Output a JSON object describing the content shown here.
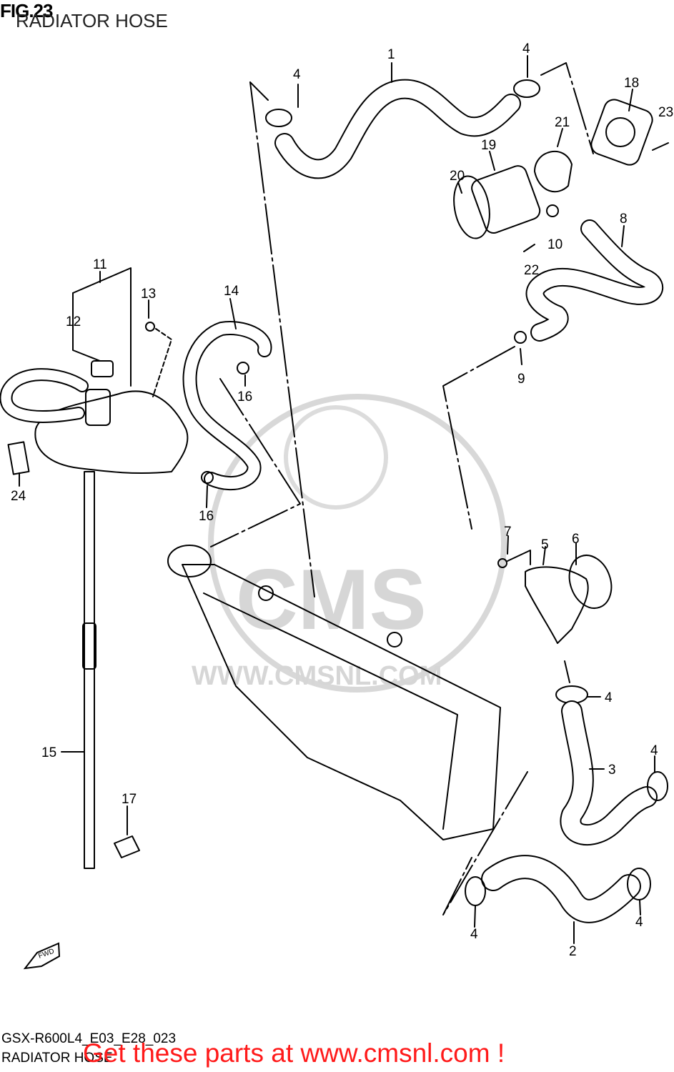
{
  "header": {
    "figure_number": "FIG.23",
    "title": "RADIATOR HOSE"
  },
  "footer": {
    "model_code": "GSX-R600L4_E03_E28_023",
    "caption": "RADIATOR HOSE",
    "call_to_action": "Get these parts at www.cmsnl.com !"
  },
  "watermark": {
    "brand": "CMS",
    "url": "WWW.CMSNL.COM"
  },
  "direction_marker": "FWD",
  "callouts": [
    "1",
    "2",
    "3",
    "4",
    "4",
    "4",
    "4",
    "4",
    "4",
    "5",
    "6",
    "7",
    "8",
    "9",
    "10",
    "11",
    "12",
    "13",
    "14",
    "15",
    "16",
    "16",
    "17",
    "18",
    "19",
    "20",
    "21",
    "22",
    "23",
    "24"
  ],
  "colors": {
    "line": "#000000",
    "watermark": "#d6d6d6",
    "cta": "#ff1a1a"
  }
}
